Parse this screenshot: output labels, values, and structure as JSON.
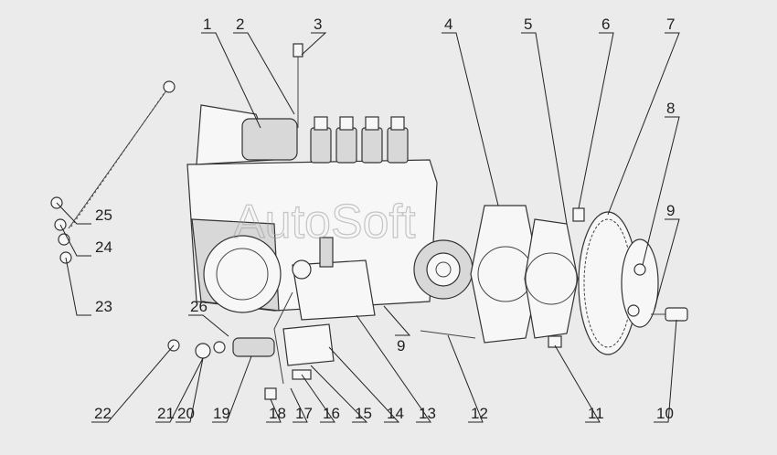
{
  "watermark": "AutoSoft",
  "callouts": [
    {
      "id": "c1",
      "label": "1"
    },
    {
      "id": "c2",
      "label": "2"
    },
    {
      "id": "c3",
      "label": "3"
    },
    {
      "id": "c4",
      "label": "4"
    },
    {
      "id": "c5",
      "label": "5"
    },
    {
      "id": "c6",
      "label": "6"
    },
    {
      "id": "c7",
      "label": "7"
    },
    {
      "id": "c8",
      "label": "8"
    },
    {
      "id": "c9a",
      "label": "9"
    },
    {
      "id": "c9b",
      "label": "9"
    },
    {
      "id": "c10",
      "label": "10"
    },
    {
      "id": "c11",
      "label": "11"
    },
    {
      "id": "c12",
      "label": "12"
    },
    {
      "id": "c13",
      "label": "13"
    },
    {
      "id": "c14",
      "label": "14"
    },
    {
      "id": "c15",
      "label": "15"
    },
    {
      "id": "c16",
      "label": "16"
    },
    {
      "id": "c17",
      "label": "17"
    },
    {
      "id": "c18",
      "label": "18"
    },
    {
      "id": "c19",
      "label": "19"
    },
    {
      "id": "c20",
      "label": "20"
    },
    {
      "id": "c21",
      "label": "21"
    },
    {
      "id": "c22",
      "label": "22"
    },
    {
      "id": "c23",
      "label": "23"
    },
    {
      "id": "c24",
      "label": "24"
    },
    {
      "id": "c25",
      "label": "25"
    },
    {
      "id": "c26",
      "label": "26"
    }
  ]
}
